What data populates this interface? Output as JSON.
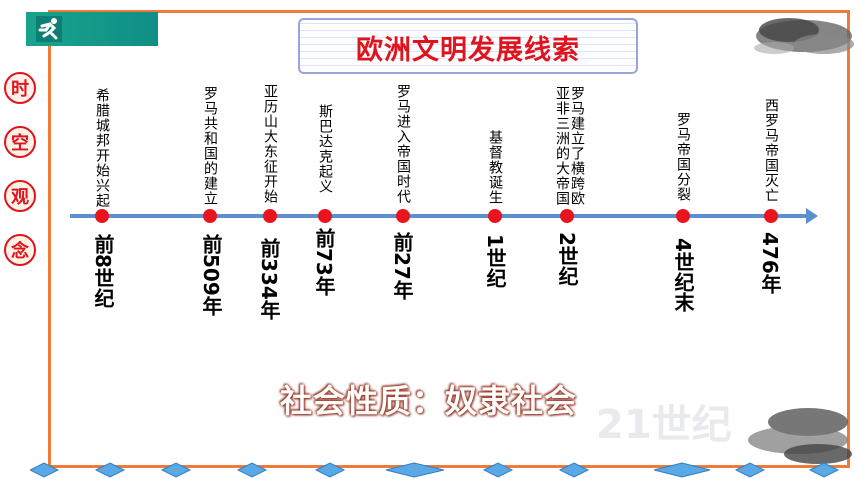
{
  "title": "欧洲文明发展线索",
  "side_label": [
    "时",
    "空",
    "观",
    "念"
  ],
  "events": [
    {
      "text": "希腊城邦开始兴起",
      "date": "前8世纪"
    },
    {
      "text": "罗马共和国的建立",
      "date": "前509年"
    },
    {
      "text": "亚历山大东征开始",
      "date": "前334年"
    },
    {
      "text": "斯巴达克起义",
      "date": "前73年"
    },
    {
      "text": "罗马进入帝国时代",
      "date": "前27年"
    },
    {
      "text": "基督教诞生",
      "date": "1世纪"
    },
    {
      "text": "罗马建立了横跨欧亚非三洲的大帝国",
      "date": "2世纪"
    },
    {
      "text": "罗马帝国分裂",
      "date": "4世纪末"
    },
    {
      "text": "西罗马帝国灭亡",
      "date": "476年"
    }
  ],
  "nature": "社会性质：奴隶社会",
  "colors": {
    "accent": "#e8141e",
    "frame": "#f07a3a",
    "timeline": "#5b8fd0",
    "logo": "#1aa38c"
  },
  "icons": [
    "runner-icon",
    "ink-cloud-icon",
    "diamond-icon"
  ]
}
